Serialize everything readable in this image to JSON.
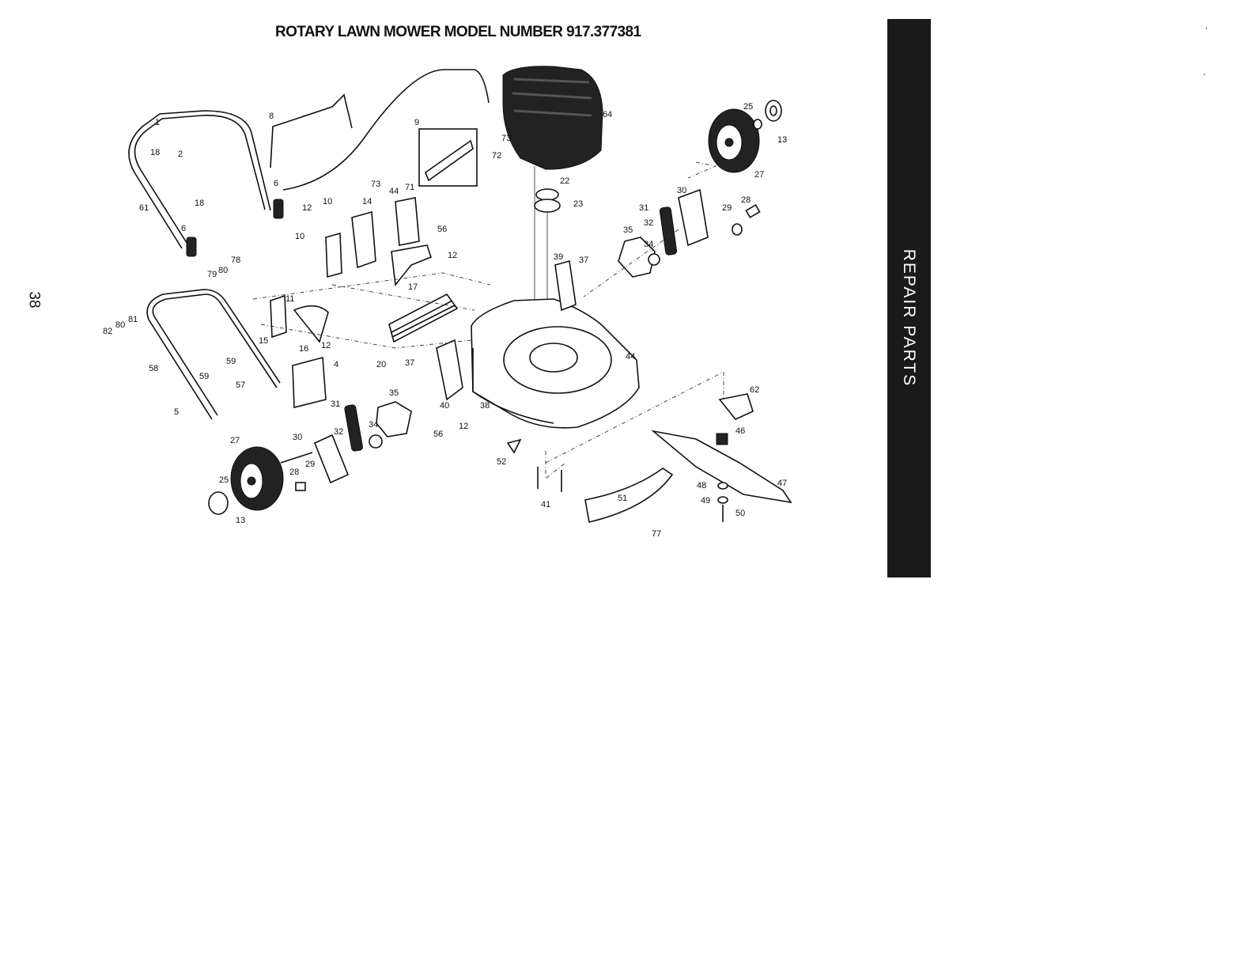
{
  "title": "ROTARY LAWN MOWER MODEL NUMBER 917.377381",
  "page_number": "38",
  "side_tab": {
    "label": "REPAIR PARTS",
    "background": "#1a1a1a",
    "text_color": "#ffffff"
  },
  "corner_marks": [
    ",",
    "'"
  ],
  "callouts": [
    "1",
    "18",
    "2",
    "18",
    "61",
    "6",
    "8",
    "6",
    "12",
    "10",
    "10",
    "14",
    "44",
    "73",
    "71",
    "9",
    "73",
    "72",
    "64",
    "22",
    "23",
    "56",
    "12",
    "78",
    "79",
    "80",
    "11",
    "15",
    "16",
    "12",
    "17",
    "81",
    "82",
    "80",
    "58",
    "59",
    "59",
    "5",
    "57",
    "4",
    "20",
    "37",
    "35",
    "40",
    "56",
    "12",
    "38",
    "31",
    "32",
    "34",
    "27",
    "30",
    "29",
    "28",
    "25",
    "13",
    "39",
    "37",
    "35",
    "34",
    "31",
    "32",
    "30",
    "29",
    "28",
    "25",
    "13",
    "27",
    "44",
    "62",
    "46",
    "47",
    "48",
    "49",
    "50",
    "52",
    "41",
    "51",
    "77"
  ]
}
